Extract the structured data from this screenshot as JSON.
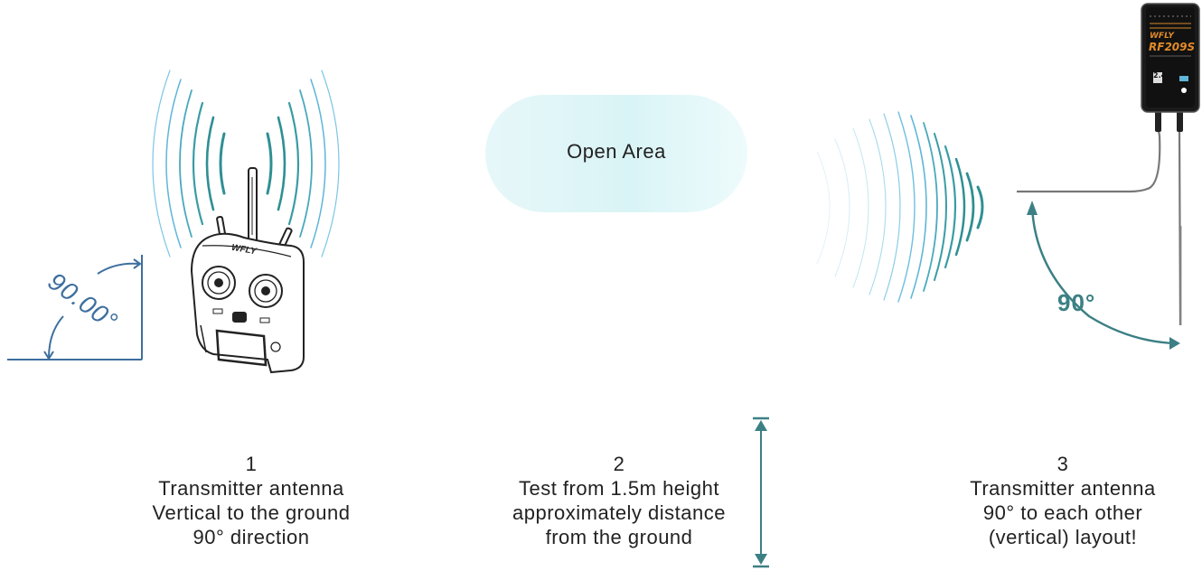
{
  "center": {
    "label": "Open Area"
  },
  "left_angle": {
    "label": "90.00°"
  },
  "right_angle": {
    "label": "90°"
  },
  "steps": [
    {
      "number": "1",
      "lines": [
        "Transmitter antenna",
        "Vertical to the ground",
        "90° direction"
      ]
    },
    {
      "number": "2",
      "lines": [
        "Test from 1.5m height",
        "approximately distance",
        "from the ground"
      ]
    },
    {
      "number": "3",
      "lines": [
        "Transmitter antenna",
        "90° to each other",
        "(vertical) layout!"
      ]
    }
  ],
  "receiver": {
    "brand": "WFLY",
    "model": "RF209S",
    "badge": "2.4"
  },
  "transmitter": {
    "brand": "WFLY"
  },
  "colors": {
    "wave_teal": "#2f8f93",
    "wave_blue": "#5fb6d8",
    "angle_blue": "#3e6f9e",
    "cloud": "#dcf4f6",
    "arrow_teal": "#3c8085"
  }
}
